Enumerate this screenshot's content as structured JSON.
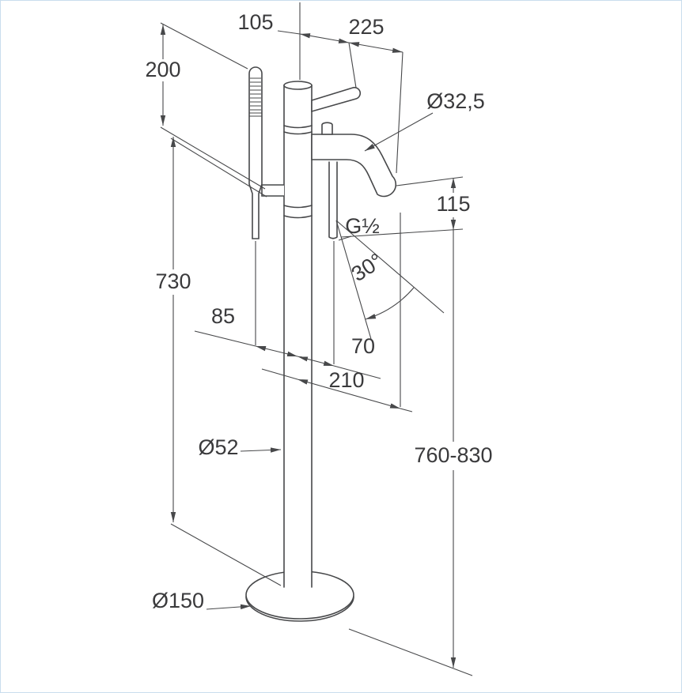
{
  "page": {
    "background": "#ffffff",
    "border_color": "#c9ddee"
  },
  "colors": {
    "line": "#47484a",
    "text": "#3a3a3c"
  },
  "dimensions": {
    "lever_projection": "105",
    "spout_projection": "225",
    "hand_shower_length": "200",
    "spout_diameter": "Ø32,5",
    "spout_height_drop": "115",
    "connection_thread": "G½",
    "spout_angle": "30°",
    "holder_height": "730",
    "hand_shower_offset": "85",
    "outlet_offset": "70",
    "reach": "210",
    "column_diameter": "Ø52",
    "overall_height": "760-830",
    "base_plate_diameter": "Ø150"
  }
}
